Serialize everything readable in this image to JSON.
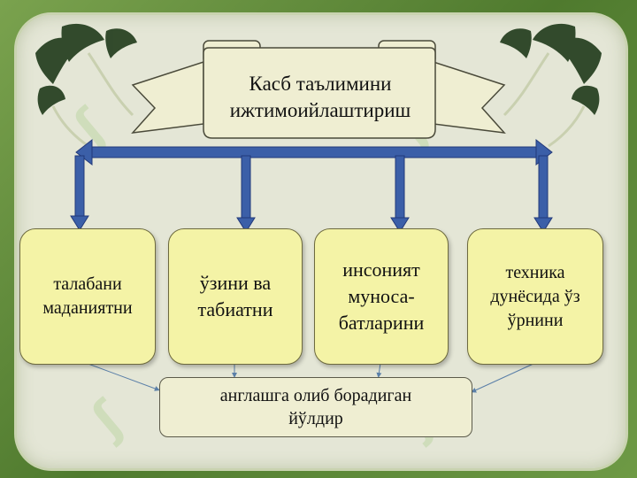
{
  "title": {
    "line1": "Касб таълимини",
    "line2": "ижтимоийлаштириш"
  },
  "boxes": [
    {
      "lines": [
        "талабани",
        "маданиятни"
      ]
    },
    {
      "lines": [
        "ўзини ва",
        "табиатни"
      ]
    },
    {
      "lines": [
        "инсоният",
        "муноса-",
        "батларини"
      ]
    },
    {
      "lines": [
        "техника",
        "дунёсида ўз",
        "ўрнини"
      ]
    }
  ],
  "result": {
    "line1": "англашга олиб борадиган",
    "line2": "йўлдир"
  },
  "colors": {
    "arrow_blue": "#3b5fa8",
    "box_fill": "#f4f3a6",
    "frame_green": "#5f8a3c"
  },
  "icons": {
    "corner_decor": "maple-leaf-icon"
  }
}
